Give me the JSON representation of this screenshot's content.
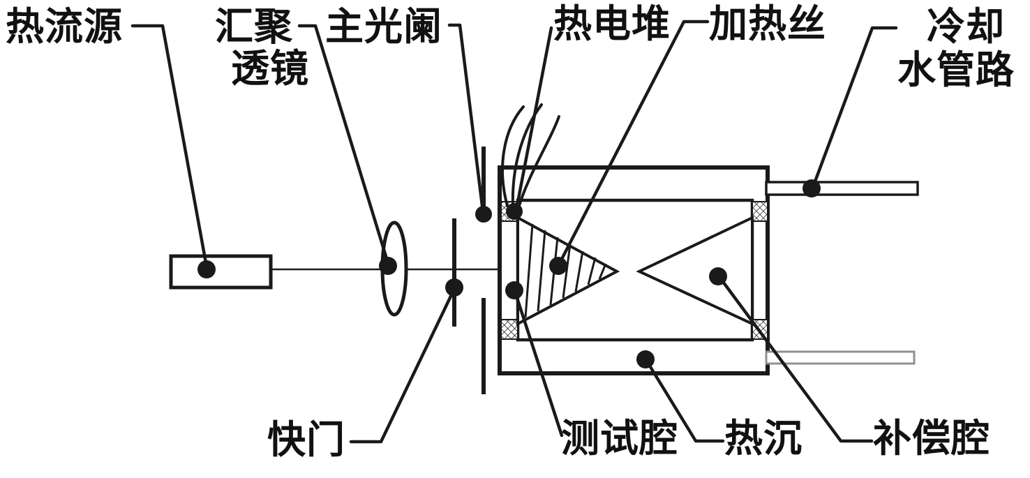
{
  "figure": {
    "background": "#ffffff",
    "ink": "#1a1a1a"
  },
  "labels": {
    "heat_flow_source": "热流源",
    "converging_lens_line1": "汇聚",
    "converging_lens_line2": "透镜",
    "main_aperture": "主光阑",
    "thermopile": "热电堆",
    "heating_wire": "加热丝",
    "cooling_water_line1": "冷却",
    "cooling_water_line2": "水管路",
    "shutter": "快门",
    "test_chamber": "测试腔",
    "heat_sink": "热沉",
    "compensation_chamber": "补偿腔"
  }
}
